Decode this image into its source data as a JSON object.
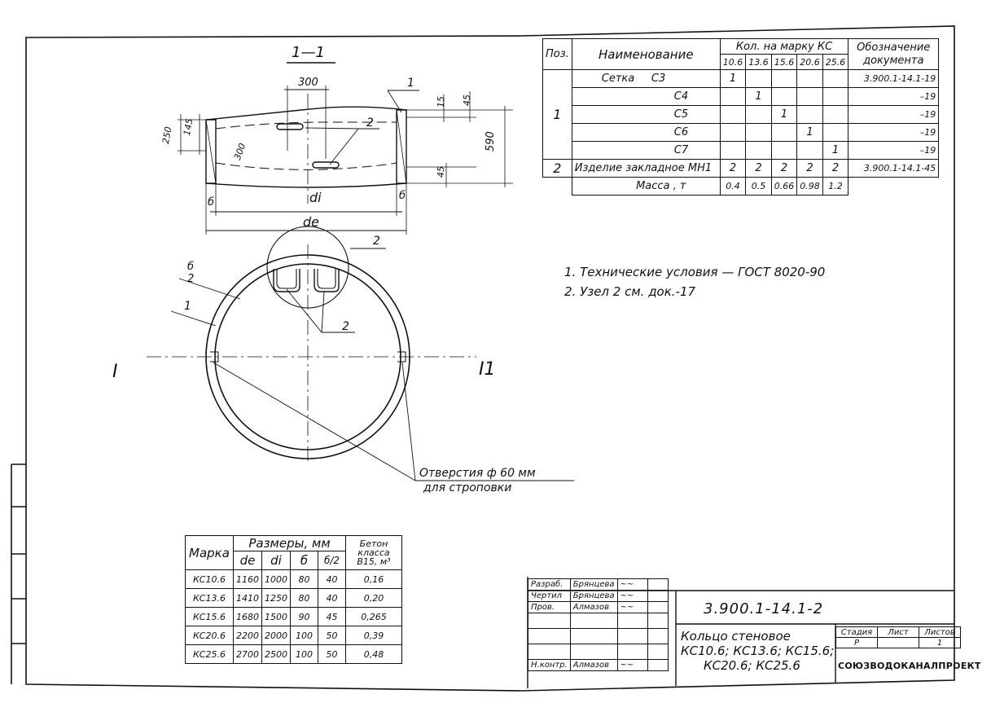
{
  "section_label": "1—1",
  "dimensions": {
    "d300_top": "300",
    "d300_diag": "300",
    "d15": "15",
    "d45_top": "45",
    "d45_mid": "45",
    "d250": "250",
    "d145": "145",
    "d590": "590",
    "di": "di",
    "de": "de",
    "delta_left": "б",
    "delta_right": "б",
    "frac_num": "б",
    "frac_den": "2"
  },
  "callouts": {
    "c1_top": "1",
    "c2_top": "2",
    "c2_ring_top": "2",
    "c2_ring_mid": "2",
    "c1_ring": "1",
    "section_left": "I",
    "section_right": "I1"
  },
  "holes_note": {
    "line1": "Отверстия ф 60 мм",
    "line2": "для строповки"
  },
  "spec_table": {
    "h_pos": "Поз.",
    "h_name": "Наименование",
    "h_qty": "Кол. на марку КС",
    "h_doc": "Обозначение документа",
    "marks": [
      "10.6",
      "13.6",
      "15.6",
      "20.6",
      "25.6"
    ],
    "rows": [
      {
        "name": "Сетка     С3",
        "q": [
          "1",
          "",
          "",
          "",
          ""
        ],
        "doc": "3.900.1-14.1-19"
      },
      {
        "name": "С4",
        "q": [
          "",
          "1",
          "",
          "",
          ""
        ],
        "doc": "–19"
      },
      {
        "name": "С5",
        "q": [
          "",
          "",
          "1",
          "",
          ""
        ],
        "doc": "–19"
      },
      {
        "name": "С6",
        "q": [
          "",
          "",
          "",
          "1",
          ""
        ],
        "doc": "–19"
      },
      {
        "name": "С7",
        "q": [
          "",
          "",
          "",
          "",
          "1"
        ],
        "doc": "–19"
      }
    ],
    "pos1": "1",
    "row2": {
      "pos": "2",
      "name": "Изделие закладное МН1",
      "q": [
        "2",
        "2",
        "2",
        "2",
        "2"
      ],
      "doc": "3.900.1-14.1-45"
    },
    "mass_label": "Масса , т",
    "mass": [
      "0.4",
      "0.5",
      "0.66",
      "0.98",
      "1.2"
    ]
  },
  "notes": [
    "1. Технические условия  —  ГОСТ 8020-90",
    "2. Узел 2 см. док.-17"
  ],
  "dims_table": {
    "h_mark": "Марка",
    "h_sizes": "Размеры, мм",
    "h_concrete": "Бетон класса В15, м³",
    "cols": [
      "de",
      "di",
      "б",
      "б/2"
    ],
    "rows": [
      {
        "mark": "КС10.6",
        "de": "1160",
        "di": "1000",
        "b": "80",
        "b2": "40",
        "v": "0,16"
      },
      {
        "mark": "КС13.6",
        "de": "1410",
        "di": "1250",
        "b": "80",
        "b2": "40",
        "v": "0,20"
      },
      {
        "mark": "КС15.6",
        "de": "1680",
        "di": "1500",
        "b": "90",
        "b2": "45",
        "v": "0,265"
      },
      {
        "mark": "КС20.6",
        "de": "2200",
        "di": "2000",
        "b": "100",
        "b2": "50",
        "v": "0,39"
      },
      {
        "mark": "КС25.6",
        "de": "2700",
        "di": "2500",
        "b": "100",
        "b2": "50",
        "v": "0,48"
      }
    ]
  },
  "title_block": {
    "roles": [
      {
        "role": "Разраб.",
        "name": "Брянцева"
      },
      {
        "role": "Чертил",
        "name": "Брянцева"
      },
      {
        "role": "Пров.",
        "name": "Алмазов"
      }
    ],
    "nkontr_role": "Н.контр.",
    "nkontr_name": "Алмазов",
    "doc_code": "3.900.1-14.1-2",
    "title_line1": "Кольцо стеновое",
    "title_line2": "КС10.6; КС13.6; КС15.6;",
    "title_line3": "КС20.6; КС25.6",
    "stage_h": "Стадия",
    "sheet_h": "Лист",
    "sheets_h": "Листов",
    "stage": "Р",
    "sheet": "",
    "sheets": "1",
    "org": "СОЮЗВОДОКАНАЛПРОЕКТ"
  }
}
